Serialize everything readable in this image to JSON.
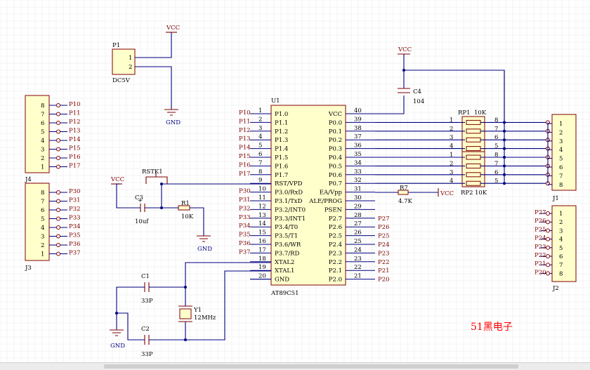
{
  "p1": {
    "ref": "P1",
    "value": "DC5V",
    "pins": [
      "1",
      "2"
    ]
  },
  "vcc_label": "VCC",
  "gnd_label": "GND",
  "u1": {
    "ref": "U1",
    "part": "AT89C51",
    "left_pins": [
      {
        "num": "1",
        "name": "P1.0",
        "net": "P10"
      },
      {
        "num": "2",
        "name": "P1.1",
        "net": "P11"
      },
      {
        "num": "3",
        "name": "P1.2",
        "net": "P12"
      },
      {
        "num": "4",
        "name": "P1.3",
        "net": "P13"
      },
      {
        "num": "5",
        "name": "P1.4",
        "net": "P14"
      },
      {
        "num": "6",
        "name": "P1.5",
        "net": "P15"
      },
      {
        "num": "7",
        "name": "P1.6",
        "net": "P16"
      },
      {
        "num": "8",
        "name": "P1.7",
        "net": "P17"
      },
      {
        "num": "9",
        "name": "RST/VPD",
        "net": ""
      },
      {
        "num": "10",
        "name": "P3.0/RxD",
        "net": "P30"
      },
      {
        "num": "11",
        "name": "P3.1/TxD",
        "net": "P31"
      },
      {
        "num": "12",
        "name": "P3.2/INT0",
        "net": "P32"
      },
      {
        "num": "13",
        "name": "P3.3/INT1",
        "net": "P33"
      },
      {
        "num": "14",
        "name": "P3.4/T0",
        "net": "P34"
      },
      {
        "num": "15",
        "name": "P3.5/T1",
        "net": "P35"
      },
      {
        "num": "16",
        "name": "P3.6/WR",
        "net": "P36"
      },
      {
        "num": "17",
        "name": "P3.7/RD",
        "net": "P37"
      },
      {
        "num": "18",
        "name": "XTAL2",
        "net": ""
      },
      {
        "num": "19",
        "name": "XTAL1",
        "net": ""
      },
      {
        "num": "20",
        "name": "GND",
        "net": ""
      }
    ],
    "right_pins": [
      {
        "num": "40",
        "name": "VCC",
        "net": ""
      },
      {
        "num": "39",
        "name": "P0.0",
        "net": ""
      },
      {
        "num": "38",
        "name": "P0.1",
        "net": ""
      },
      {
        "num": "37",
        "name": "P0.2",
        "net": ""
      },
      {
        "num": "36",
        "name": "P0.3",
        "net": ""
      },
      {
        "num": "35",
        "name": "P0.4",
        "net": ""
      },
      {
        "num": "34",
        "name": "P0.5",
        "net": ""
      },
      {
        "num": "33",
        "name": "P0.6",
        "net": ""
      },
      {
        "num": "32",
        "name": "P0.7",
        "net": ""
      },
      {
        "num": "31",
        "name": "EA/Vpp",
        "net": ""
      },
      {
        "num": "30",
        "name": "ALE/PROG",
        "net": ""
      },
      {
        "num": "29",
        "name": "PSEN",
        "net": ""
      },
      {
        "num": "28",
        "name": "P2.7",
        "net": "P27"
      },
      {
        "num": "27",
        "name": "P2.6",
        "net": "P26"
      },
      {
        "num": "26",
        "name": "P2.5",
        "net": "P25"
      },
      {
        "num": "25",
        "name": "P2.4",
        "net": "P24"
      },
      {
        "num": "24",
        "name": "P2.3",
        "net": "P23"
      },
      {
        "num": "23",
        "name": "P2.2",
        "net": "P22"
      },
      {
        "num": "22",
        "name": "P2.1",
        "net": "P21"
      },
      {
        "num": "21",
        "name": "P2.0",
        "net": "P20"
      }
    ]
  },
  "c4": {
    "ref": "C4",
    "value": "104"
  },
  "rp1": {
    "ref": "RP1",
    "value": "10K",
    "ref2": "RP2",
    "value2": "10K",
    "left_nums": [
      "1",
      "2",
      "3",
      "4",
      "1",
      "2",
      "3",
      "4"
    ],
    "right_nums": [
      "8",
      "7",
      "6",
      "5",
      "8",
      "7",
      "6",
      "5"
    ]
  },
  "r7": {
    "ref": "R7",
    "value": "4.7K"
  },
  "j1": {
    "ref": "J1",
    "pins": [
      "1",
      "2",
      "3",
      "4",
      "5",
      "6",
      "7",
      "8"
    ]
  },
  "j2": {
    "ref": "J2",
    "pins": [
      "1",
      "2",
      "3",
      "4",
      "5",
      "6",
      "7",
      "8"
    ],
    "nets": [
      "P27",
      "P26",
      "P25",
      "P24",
      "P23",
      "P22",
      "P21",
      "P20"
    ]
  },
  "j3": {
    "ref": "J3",
    "pins": [
      "8",
      "7",
      "6",
      "5",
      "4",
      "3",
      "2",
      "1"
    ],
    "nets": [
      "P30",
      "P31",
      "P32",
      "P33",
      "P34",
      "P35",
      "P36",
      "P37"
    ]
  },
  "j4": {
    "ref": "J4",
    "pins": [
      "8",
      "7",
      "6",
      "5",
      "4",
      "3",
      "2",
      "1"
    ],
    "nets": [
      "P10",
      "P11",
      "P12",
      "P13",
      "P14",
      "P15",
      "P16",
      "P17"
    ]
  },
  "rstk1": {
    "ref": "RSTK1"
  },
  "c3": {
    "ref": "C3",
    "value": "10uf",
    "plus": "+"
  },
  "r1": {
    "ref": "R1",
    "value": "10K"
  },
  "c1": {
    "ref": "C1",
    "value": "33P"
  },
  "c2": {
    "ref": "C2",
    "value": "33P"
  },
  "y1": {
    "ref": "Y1",
    "value": "12MHz"
  },
  "watermark": "51黑电子",
  "colors": {
    "wire": "#000080",
    "component": "#800000",
    "body_fill": "#ffffcc",
    "watermark": "#ff0000"
  }
}
